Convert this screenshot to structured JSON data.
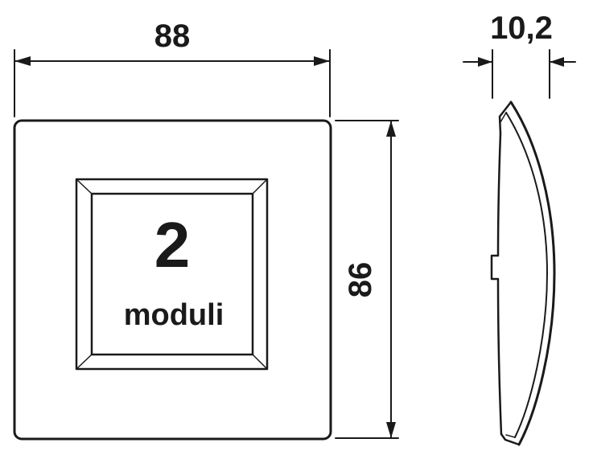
{
  "drawing": {
    "front_view": {
      "module_count": "2",
      "module_label": "moduli"
    },
    "dimensions": {
      "width_mm": "88",
      "height_mm": "86",
      "depth_mm": "10,2"
    },
    "colors": {
      "line": "#1a1a1a",
      "background": "#ffffff"
    }
  }
}
